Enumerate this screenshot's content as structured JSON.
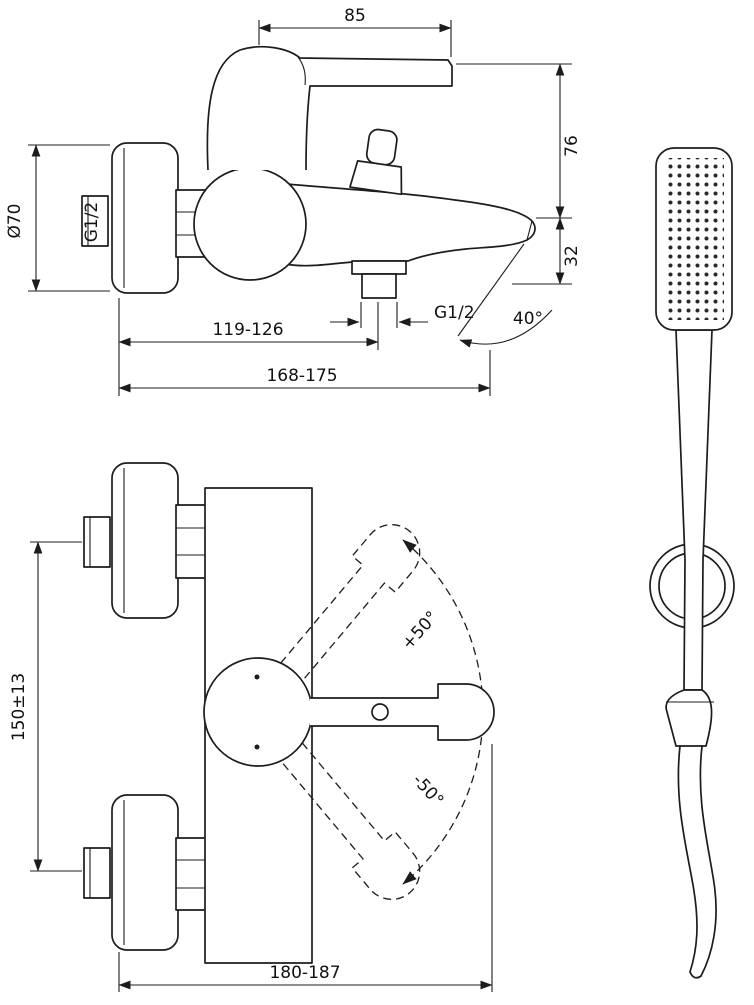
{
  "drawing": {
    "side_view": {
      "dim_85": "85",
      "dim_76": "76",
      "dim_32": "32",
      "dim_diameter": "Ø70",
      "inlet_thread": "G1/2",
      "outlet_thread": "G1/2",
      "dim_reach_outlet": "119-126",
      "dim_reach_overall": "168-175",
      "spray_angle": "40°"
    },
    "front_view": {
      "dim_inlet_spacing": "150±13",
      "angle_up": "+50°",
      "angle_down": "-50°",
      "dim_overall_width": "180-187"
    }
  }
}
